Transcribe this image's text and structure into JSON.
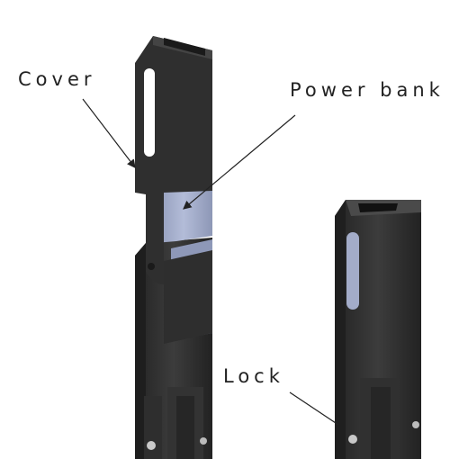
{
  "labels": {
    "cover": "Cover",
    "power_bank": "Power bank",
    "lock": "Lock"
  },
  "colors": {
    "body_dark": "#2b2b2b",
    "body_mid": "#3a3a3a",
    "body_light": "#4a4a4a",
    "power_bank": "#9ea8c6",
    "power_bank_light": "#b8c1dc",
    "leader": "#222222",
    "bolt": "#c9c9c9"
  }
}
